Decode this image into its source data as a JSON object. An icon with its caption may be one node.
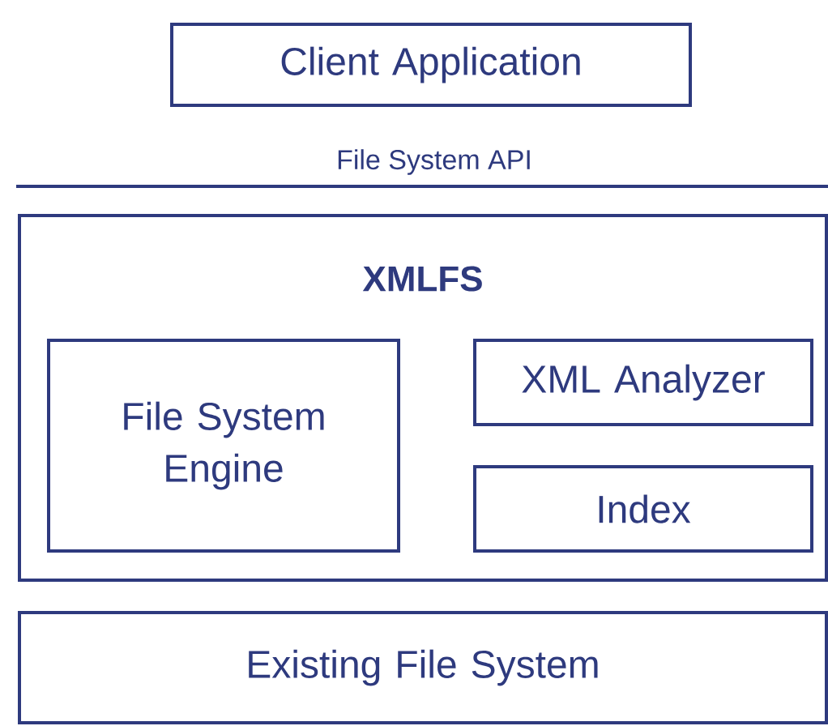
{
  "diagram": {
    "nodes": [
      {
        "text": [
          "Client Application"
        ]
      },
      {
        "text": [
          "XMLFS"
        ]
      },
      {
        "text": [
          "File System Engine"
        ],
        "in": 1
      },
      {
        "text": [
          "XML Analyzer"
        ],
        "in": 1
      },
      {
        "text": [
          "Index"
        ],
        "in": 1
      },
      {
        "text": [
          "Existing File System"
        ]
      }
    ],
    "labels": [
      "File System API"
    ]
  }
}
